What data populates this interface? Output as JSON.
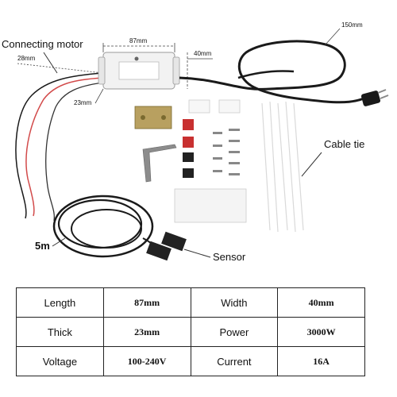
{
  "labels": {
    "connecting_motor": "Connecting motor",
    "cable_tie": "Cable tie",
    "sensor": "Sensor",
    "cable_length": "5m"
  },
  "dimensions": {
    "length": "87mm",
    "width": "40mm",
    "wire_length": "28mm",
    "thickness": "23mm",
    "cord_length": "150mm"
  },
  "specs": [
    {
      "label": "Length",
      "value": "87mm"
    },
    {
      "label": "Width",
      "value": "40mm"
    },
    {
      "label": "Thick",
      "value": "23mm"
    },
    {
      "label": "Power",
      "value": "3000W"
    },
    {
      "label": "Voltage",
      "value": "100-240V"
    },
    {
      "label": "Current",
      "value": "16A"
    }
  ],
  "colors": {
    "cable": "#1a1a1a",
    "red_wire": "#d24a4a",
    "dimension_line": "#333333",
    "module_body": "#f2f2f2"
  }
}
